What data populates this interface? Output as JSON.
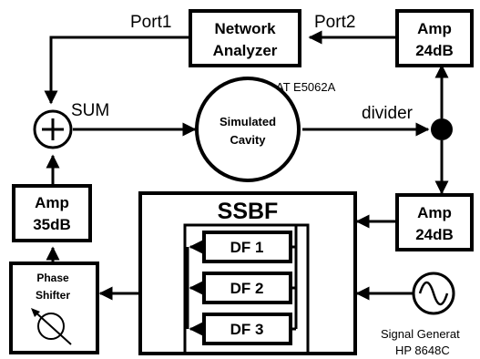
{
  "blocks": {
    "network_analyzer": {
      "line1": "Network",
      "line2": "Analyzer",
      "model": "AT E5062A"
    },
    "amp_top": {
      "line1": "Amp",
      "line2": "24dB"
    },
    "amp_mid": {
      "line1": "Amp",
      "line2": "24dB"
    },
    "amp_left": {
      "line1": "Amp",
      "line2": "35dB"
    },
    "cavity": {
      "line1": "Simulated",
      "line2": "Cavity"
    },
    "ssbf": {
      "title": "SSBF"
    },
    "df1": {
      "label": "DF 1"
    },
    "df2": {
      "label": "DF 2"
    },
    "df3": {
      "label": "DF 3"
    },
    "phase_shifter": {
      "line1": "Phase",
      "line2": "Shifter"
    },
    "signal_generator": {
      "line1": "Signal Generat",
      "line2": "HP 8648C"
    }
  },
  "labels": {
    "port1": "Port1",
    "port2": "Port2",
    "sum": "SUM",
    "divider": "divider"
  }
}
